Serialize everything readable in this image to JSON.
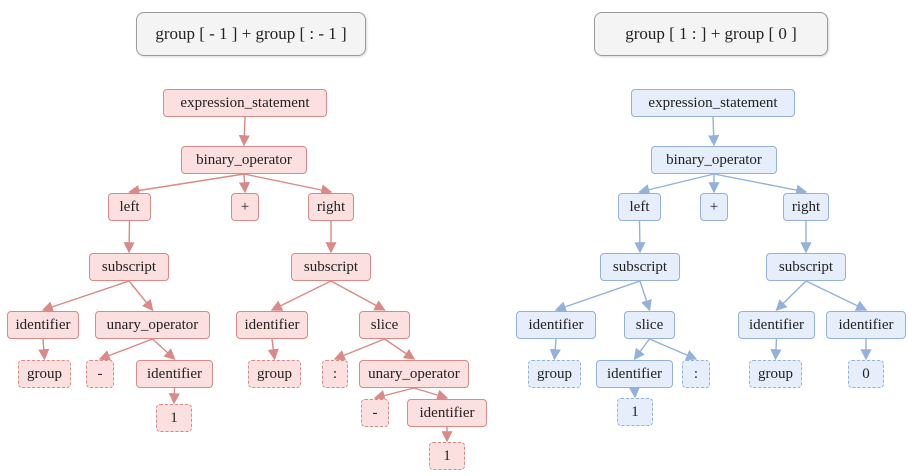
{
  "colors": {
    "red_stroke": "#d98a87",
    "red_fill": "#fbe0df",
    "blue_stroke": "#93b1d9",
    "blue_fill": "#e6eefb"
  },
  "left_tree": {
    "title": "group [ - 1 ] + group [ : - 1 ]",
    "nodes": {
      "expression_statement": "expression_statement",
      "binary_operator": "binary_operator",
      "left": "left",
      "plus": "+",
      "right": "right",
      "subscript_left": "subscript",
      "subscript_right": "subscript",
      "identifier_a": "identifier",
      "unary_operator_a": "unary_operator",
      "identifier_b": "identifier",
      "slice": "slice",
      "group_a": "group",
      "minus_a": "-",
      "identifier_c": "identifier",
      "group_b": "group",
      "colon": ":",
      "unary_operator_b": "unary_operator",
      "one_a": "1",
      "minus_b": "-",
      "identifier_d": "identifier",
      "one_b": "1"
    }
  },
  "right_tree": {
    "title": "group [ 1 : ] + group [ 0 ]",
    "nodes": {
      "expression_statement": "expression_statement",
      "binary_operator": "binary_operator",
      "left": "left",
      "plus": "+",
      "right": "right",
      "subscript_left": "subscript",
      "subscript_right": "subscript",
      "identifier_a": "identifier",
      "slice": "slice",
      "identifier_b": "identifier",
      "identifier_c": "identifier",
      "group_a": "group",
      "identifier_d": "identifier",
      "colon": ":",
      "group_b": "group",
      "zero": "0",
      "one": "1"
    }
  }
}
